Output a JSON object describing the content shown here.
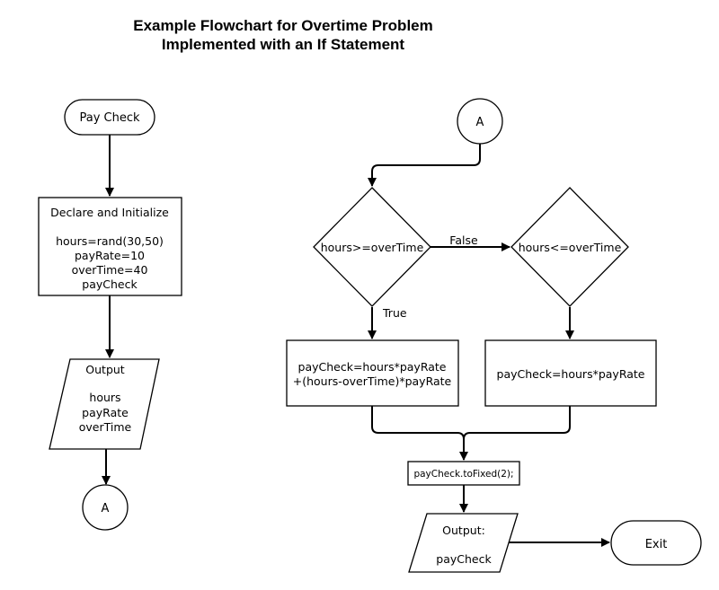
{
  "title": {
    "line1": "Example Flowchart for Overtime Problem",
    "line2": "Implemented with an If Statement"
  },
  "nodes": {
    "start": "Pay Check",
    "declare": {
      "heading": "Declare and Initialize",
      "lines": [
        "hours=rand(30,50)",
        "payRate=10",
        "overTime=40",
        "payCheck"
      ]
    },
    "output1": {
      "heading": "Output",
      "lines": [
        "hours",
        "payRate",
        "overTime"
      ]
    },
    "connector_left": "A",
    "connector_right": "A",
    "decision1": "hours>=overTime",
    "decision2": "hours<=overTime",
    "process_true": [
      "payCheck=hours*payRate",
      "+(hours-overTime)*payRate"
    ],
    "process_false": "payCheck=hours*payRate",
    "to_fixed": "payCheck.toFixed(2);",
    "output2": {
      "heading": "Output:",
      "value": "payCheck"
    },
    "exit": "Exit"
  },
  "edge_labels": {
    "false": "False",
    "true": "True"
  }
}
